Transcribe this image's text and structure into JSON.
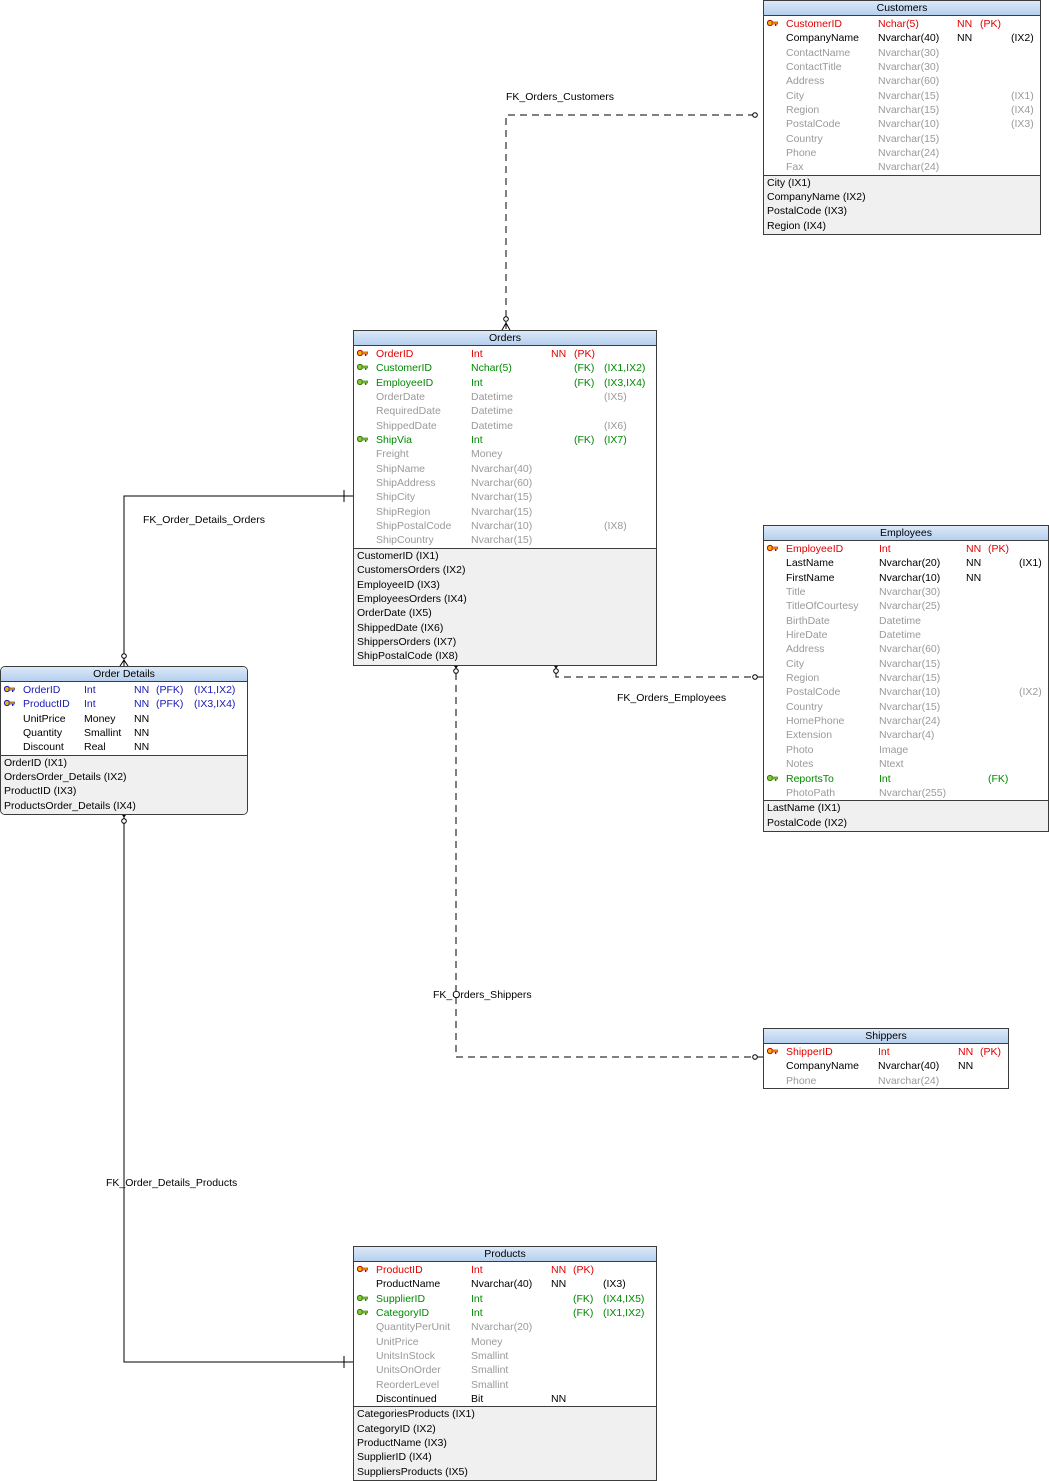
{
  "palette": {
    "pk": "#e00000",
    "fk": "#008a00",
    "pfk": "#1a1ab4",
    "required": "#000000",
    "optional": "#9a9a9a",
    "header": "#b5cfee"
  },
  "icons": {
    "primary_key": "key-icon",
    "foreign_key": "foreign-key-icon"
  },
  "relationships": [
    {
      "name": "FK_Orders_Customers"
    },
    {
      "name": "FK_Order_Details_Orders"
    },
    {
      "name": "FK_Orders_Employees"
    },
    {
      "name": "FK_Orders_Shippers"
    },
    {
      "name": "FK_Order_Details_Products"
    }
  ],
  "tables": {
    "customers": {
      "title": "Customers",
      "columns": [
        {
          "name": "CustomerID",
          "type": "Nchar(5)",
          "null": "NN",
          "key": "(PK)",
          "idx": "",
          "kind": "pk"
        },
        {
          "name": "CompanyName",
          "type": "Nvarchar(40)",
          "null": "NN",
          "key": "",
          "idx": "(IX2)",
          "kind": "req"
        },
        {
          "name": "ContactName",
          "type": "Nvarchar(30)",
          "null": "",
          "key": "",
          "idx": "",
          "kind": "opt"
        },
        {
          "name": "ContactTitle",
          "type": "Nvarchar(30)",
          "null": "",
          "key": "",
          "idx": "",
          "kind": "opt"
        },
        {
          "name": "Address",
          "type": "Nvarchar(60)",
          "null": "",
          "key": "",
          "idx": "",
          "kind": "opt"
        },
        {
          "name": "City",
          "type": "Nvarchar(15)",
          "null": "",
          "key": "",
          "idx": "(IX1)",
          "kind": "opt"
        },
        {
          "name": "Region",
          "type": "Nvarchar(15)",
          "null": "",
          "key": "",
          "idx": "(IX4)",
          "kind": "opt"
        },
        {
          "name": "PostalCode",
          "type": "Nvarchar(10)",
          "null": "",
          "key": "",
          "idx": "(IX3)",
          "kind": "opt"
        },
        {
          "name": "Country",
          "type": "Nvarchar(15)",
          "null": "",
          "key": "",
          "idx": "",
          "kind": "opt"
        },
        {
          "name": "Phone",
          "type": "Nvarchar(24)",
          "null": "",
          "key": "",
          "idx": "",
          "kind": "opt"
        },
        {
          "name": "Fax",
          "type": "Nvarchar(24)",
          "null": "",
          "key": "",
          "idx": "",
          "kind": "opt"
        }
      ],
      "indexes": [
        "City (IX1)",
        "CompanyName (IX2)",
        "PostalCode (IX3)",
        "Region (IX4)"
      ]
    },
    "orders": {
      "title": "Orders",
      "columns": [
        {
          "name": "OrderID",
          "type": "Int",
          "null": "NN",
          "key": "(PK)",
          "idx": "",
          "kind": "pk"
        },
        {
          "name": "CustomerID",
          "type": "Nchar(5)",
          "null": "",
          "key": "(FK)",
          "idx": "(IX1,IX2)",
          "kind": "fk"
        },
        {
          "name": "EmployeeID",
          "type": "Int",
          "null": "",
          "key": "(FK)",
          "idx": "(IX3,IX4)",
          "kind": "fk"
        },
        {
          "name": "OrderDate",
          "type": "Datetime",
          "null": "",
          "key": "",
          "idx": "(IX5)",
          "kind": "opt"
        },
        {
          "name": "RequiredDate",
          "type": "Datetime",
          "null": "",
          "key": "",
          "idx": "",
          "kind": "opt"
        },
        {
          "name": "ShippedDate",
          "type": "Datetime",
          "null": "",
          "key": "",
          "idx": "(IX6)",
          "kind": "opt"
        },
        {
          "name": "ShipVia",
          "type": "Int",
          "null": "",
          "key": "(FK)",
          "idx": "(IX7)",
          "kind": "fk"
        },
        {
          "name": "Freight",
          "type": "Money",
          "null": "",
          "key": "",
          "idx": "",
          "kind": "opt"
        },
        {
          "name": "ShipName",
          "type": "Nvarchar(40)",
          "null": "",
          "key": "",
          "idx": "",
          "kind": "opt"
        },
        {
          "name": "ShipAddress",
          "type": "Nvarchar(60)",
          "null": "",
          "key": "",
          "idx": "",
          "kind": "opt"
        },
        {
          "name": "ShipCity",
          "type": "Nvarchar(15)",
          "null": "",
          "key": "",
          "idx": "",
          "kind": "opt"
        },
        {
          "name": "ShipRegion",
          "type": "Nvarchar(15)",
          "null": "",
          "key": "",
          "idx": "",
          "kind": "opt"
        },
        {
          "name": "ShipPostalCode",
          "type": "Nvarchar(10)",
          "null": "",
          "key": "",
          "idx": "(IX8)",
          "kind": "opt"
        },
        {
          "name": "ShipCountry",
          "type": "Nvarchar(15)",
          "null": "",
          "key": "",
          "idx": "",
          "kind": "opt"
        }
      ],
      "indexes": [
        "CustomerID (IX1)",
        "CustomersOrders (IX2)",
        "EmployeeID (IX3)",
        "EmployeesOrders (IX4)",
        "OrderDate (IX5)",
        "ShippedDate (IX6)",
        "ShippersOrders (IX7)",
        "ShipPostalCode (IX8)"
      ]
    },
    "employees": {
      "title": "Employees",
      "columns": [
        {
          "name": "EmployeeID",
          "type": "Int",
          "null": "NN",
          "key": "(PK)",
          "idx": "",
          "kind": "pk"
        },
        {
          "name": "LastName",
          "type": "Nvarchar(20)",
          "null": "NN",
          "key": "",
          "idx": "(IX1)",
          "kind": "req"
        },
        {
          "name": "FirstName",
          "type": "Nvarchar(10)",
          "null": "NN",
          "key": "",
          "idx": "",
          "kind": "req"
        },
        {
          "name": "Title",
          "type": "Nvarchar(30)",
          "null": "",
          "key": "",
          "idx": "",
          "kind": "opt"
        },
        {
          "name": "TitleOfCourtesy",
          "type": "Nvarchar(25)",
          "null": "",
          "key": "",
          "idx": "",
          "kind": "opt"
        },
        {
          "name": "BirthDate",
          "type": "Datetime",
          "null": "",
          "key": "",
          "idx": "",
          "kind": "opt"
        },
        {
          "name": "HireDate",
          "type": "Datetime",
          "null": "",
          "key": "",
          "idx": "",
          "kind": "opt"
        },
        {
          "name": "Address",
          "type": "Nvarchar(60)",
          "null": "",
          "key": "",
          "idx": "",
          "kind": "opt"
        },
        {
          "name": "City",
          "type": "Nvarchar(15)",
          "null": "",
          "key": "",
          "idx": "",
          "kind": "opt"
        },
        {
          "name": "Region",
          "type": "Nvarchar(15)",
          "null": "",
          "key": "",
          "idx": "",
          "kind": "opt"
        },
        {
          "name": "PostalCode",
          "type": "Nvarchar(10)",
          "null": "",
          "key": "",
          "idx": "(IX2)",
          "kind": "opt"
        },
        {
          "name": "Country",
          "type": "Nvarchar(15)",
          "null": "",
          "key": "",
          "idx": "",
          "kind": "opt"
        },
        {
          "name": "HomePhone",
          "type": "Nvarchar(24)",
          "null": "",
          "key": "",
          "idx": "",
          "kind": "opt"
        },
        {
          "name": "Extension",
          "type": "Nvarchar(4)",
          "null": "",
          "key": "",
          "idx": "",
          "kind": "opt"
        },
        {
          "name": "Photo",
          "type": "Image",
          "null": "",
          "key": "",
          "idx": "",
          "kind": "opt"
        },
        {
          "name": "Notes",
          "type": "Ntext",
          "null": "",
          "key": "",
          "idx": "",
          "kind": "opt"
        },
        {
          "name": "ReportsTo",
          "type": "Int",
          "null": "",
          "key": "(FK)",
          "idx": "",
          "kind": "fk"
        },
        {
          "name": "PhotoPath",
          "type": "Nvarchar(255)",
          "null": "",
          "key": "",
          "idx": "",
          "kind": "opt"
        }
      ],
      "indexes": [
        "LastName (IX1)",
        "PostalCode (IX2)"
      ]
    },
    "order_details": {
      "title": "Order Details",
      "columns": [
        {
          "name": "OrderID",
          "type": "Int",
          "null": "NN",
          "key": "(PFK)",
          "idx": "(IX1,IX2)",
          "kind": "pfk"
        },
        {
          "name": "ProductID",
          "type": "Int",
          "null": "NN",
          "key": "(PFK)",
          "idx": "(IX3,IX4)",
          "kind": "pfk"
        },
        {
          "name": "UnitPrice",
          "type": "Money",
          "null": "NN",
          "key": "",
          "idx": "",
          "kind": "req"
        },
        {
          "name": "Quantity",
          "type": "Smallint",
          "null": "NN",
          "key": "",
          "idx": "",
          "kind": "req"
        },
        {
          "name": "Discount",
          "type": "Real",
          "null": "NN",
          "key": "",
          "idx": "",
          "kind": "req"
        }
      ],
      "indexes": [
        "OrderID (IX1)",
        "OrdersOrder_Details (IX2)",
        "ProductID (IX3)",
        "ProductsOrder_Details (IX4)"
      ]
    },
    "shippers": {
      "title": "Shippers",
      "columns": [
        {
          "name": "ShipperID",
          "type": "Int",
          "null": "NN",
          "key": "(PK)",
          "idx": "",
          "kind": "pk"
        },
        {
          "name": "CompanyName",
          "type": "Nvarchar(40)",
          "null": "NN",
          "key": "",
          "idx": "",
          "kind": "req"
        },
        {
          "name": "Phone",
          "type": "Nvarchar(24)",
          "null": "",
          "key": "",
          "idx": "",
          "kind": "opt"
        }
      ],
      "indexes": []
    },
    "products": {
      "title": "Products",
      "columns": [
        {
          "name": "ProductID",
          "type": "Int",
          "null": "NN",
          "key": "(PK)",
          "idx": "",
          "kind": "pk"
        },
        {
          "name": "ProductName",
          "type": "Nvarchar(40)",
          "null": "NN",
          "key": "",
          "idx": "(IX3)",
          "kind": "req"
        },
        {
          "name": "SupplierID",
          "type": "Int",
          "null": "",
          "key": "(FK)",
          "idx": "(IX4,IX5)",
          "kind": "fk"
        },
        {
          "name": "CategoryID",
          "type": "Int",
          "null": "",
          "key": "(FK)",
          "idx": "(IX1,IX2)",
          "kind": "fk"
        },
        {
          "name": "QuantityPerUnit",
          "type": "Nvarchar(20)",
          "null": "",
          "key": "",
          "idx": "",
          "kind": "opt"
        },
        {
          "name": "UnitPrice",
          "type": "Money",
          "null": "",
          "key": "",
          "idx": "",
          "kind": "opt"
        },
        {
          "name": "UnitsInStock",
          "type": "Smallint",
          "null": "",
          "key": "",
          "idx": "",
          "kind": "opt"
        },
        {
          "name": "UnitsOnOrder",
          "type": "Smallint",
          "null": "",
          "key": "",
          "idx": "",
          "kind": "opt"
        },
        {
          "name": "ReorderLevel",
          "type": "Smallint",
          "null": "",
          "key": "",
          "idx": "",
          "kind": "opt"
        },
        {
          "name": "Discontinued",
          "type": "Bit",
          "null": "NN",
          "key": "",
          "idx": "",
          "kind": "req"
        }
      ],
      "indexes": [
        "CategoriesProducts (IX1)",
        "CategoryID (IX2)",
        "ProductName (IX3)",
        "SupplierID (IX4)",
        "SuppliersProducts (IX5)"
      ]
    }
  }
}
